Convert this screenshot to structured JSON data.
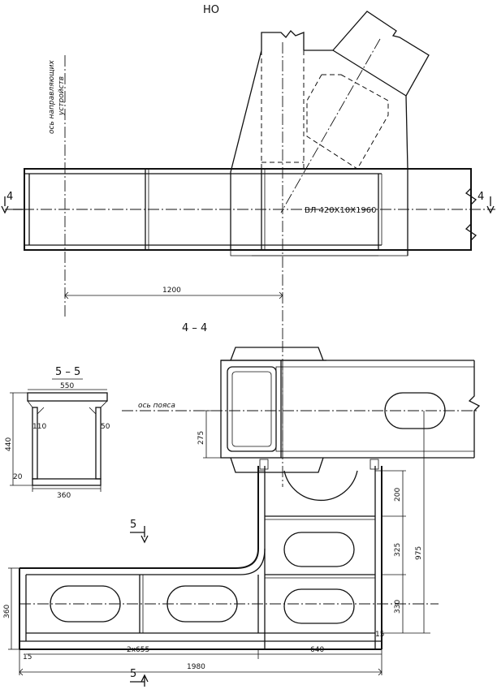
{
  "header": {
    "label": "НО"
  },
  "axes": {
    "guides_line1": "ось направляющих",
    "guides_line2": "устройств",
    "chord": "ось пояса"
  },
  "sections": {
    "s44": "4 – 4",
    "s55": "5 – 5",
    "mark4_left": "4",
    "mark4_right": "4",
    "mark5_top": "5",
    "mark5_bottom": "5"
  },
  "part_label": "ВЛ 420Х10Х1960",
  "dims": {
    "d1200": "1200",
    "d550": "550",
    "d440": "440",
    "d110": "110",
    "d50": "50",
    "d20": "20",
    "d360_sec": "360",
    "d275": "275",
    "d200": "200",
    "d325": "325",
    "d330": "330",
    "d975": "975",
    "d360_side": "360",
    "d15_left": "15",
    "d15_right": "15",
    "d2x655": "2х655",
    "d640": "640",
    "d1980": "1980"
  }
}
